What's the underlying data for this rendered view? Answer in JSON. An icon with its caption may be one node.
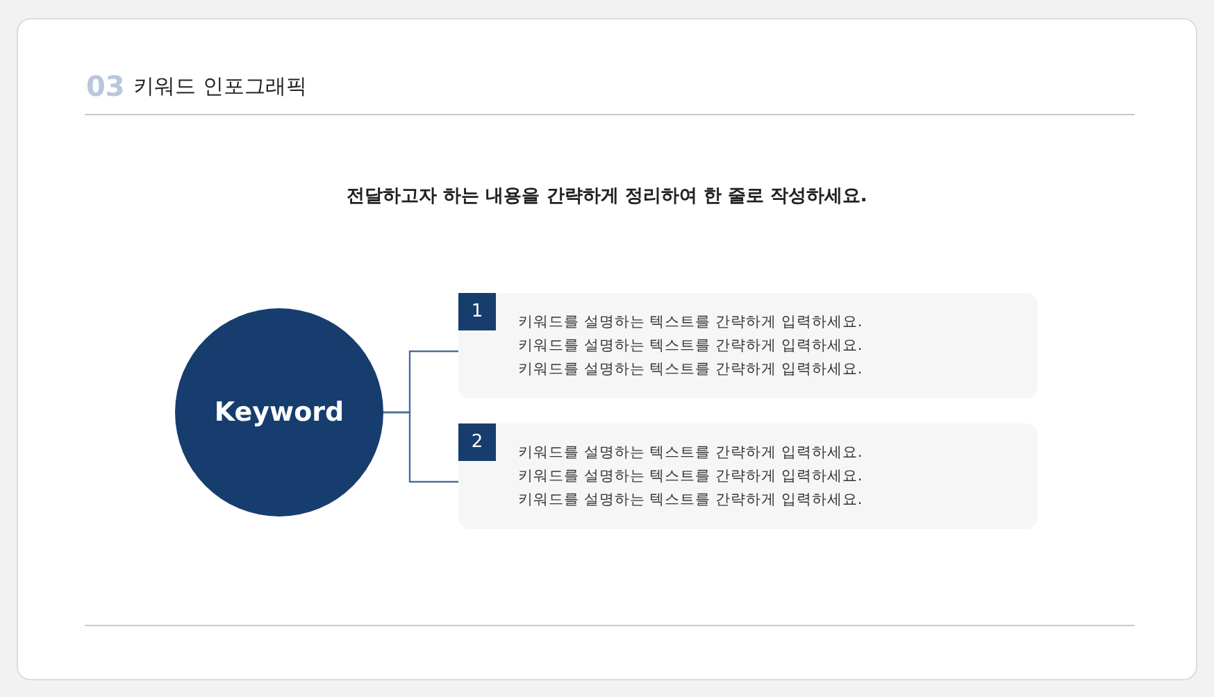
{
  "diagram": {
    "title": "키워드 인포그래픽",
    "nodes": [
      {
        "text": [
          "Keyword"
        ]
      },
      {
        "text": [
          "1",
          "키워드를 설명하는 텍스트를 간략하게 입력하세요.",
          "키워드를 설명하는 텍스트를 간략하게 입력하세요.",
          "키워드를 설명하는 텍스트를 간략하게 입력하세요."
        ]
      },
      {
        "text": [
          "2",
          "키워드를 설명하는 텍스트를 간략하게 입력하세요.",
          "키워드를 설명하는 텍스트를 간략하게 입력하세요.",
          "키워드를 설명하는 텍스트를 간략하게 입력하세요."
        ]
      }
    ],
    "edges": [
      {
        "from": 0,
        "to": 1,
        "arrow": "none"
      },
      {
        "from": 0,
        "to": 2,
        "arrow": "none"
      }
    ],
    "labels": [
      "03",
      "전달하고자 하는 내용을 간략하게 정리하여 한 줄로 작성하세요."
    ]
  }
}
